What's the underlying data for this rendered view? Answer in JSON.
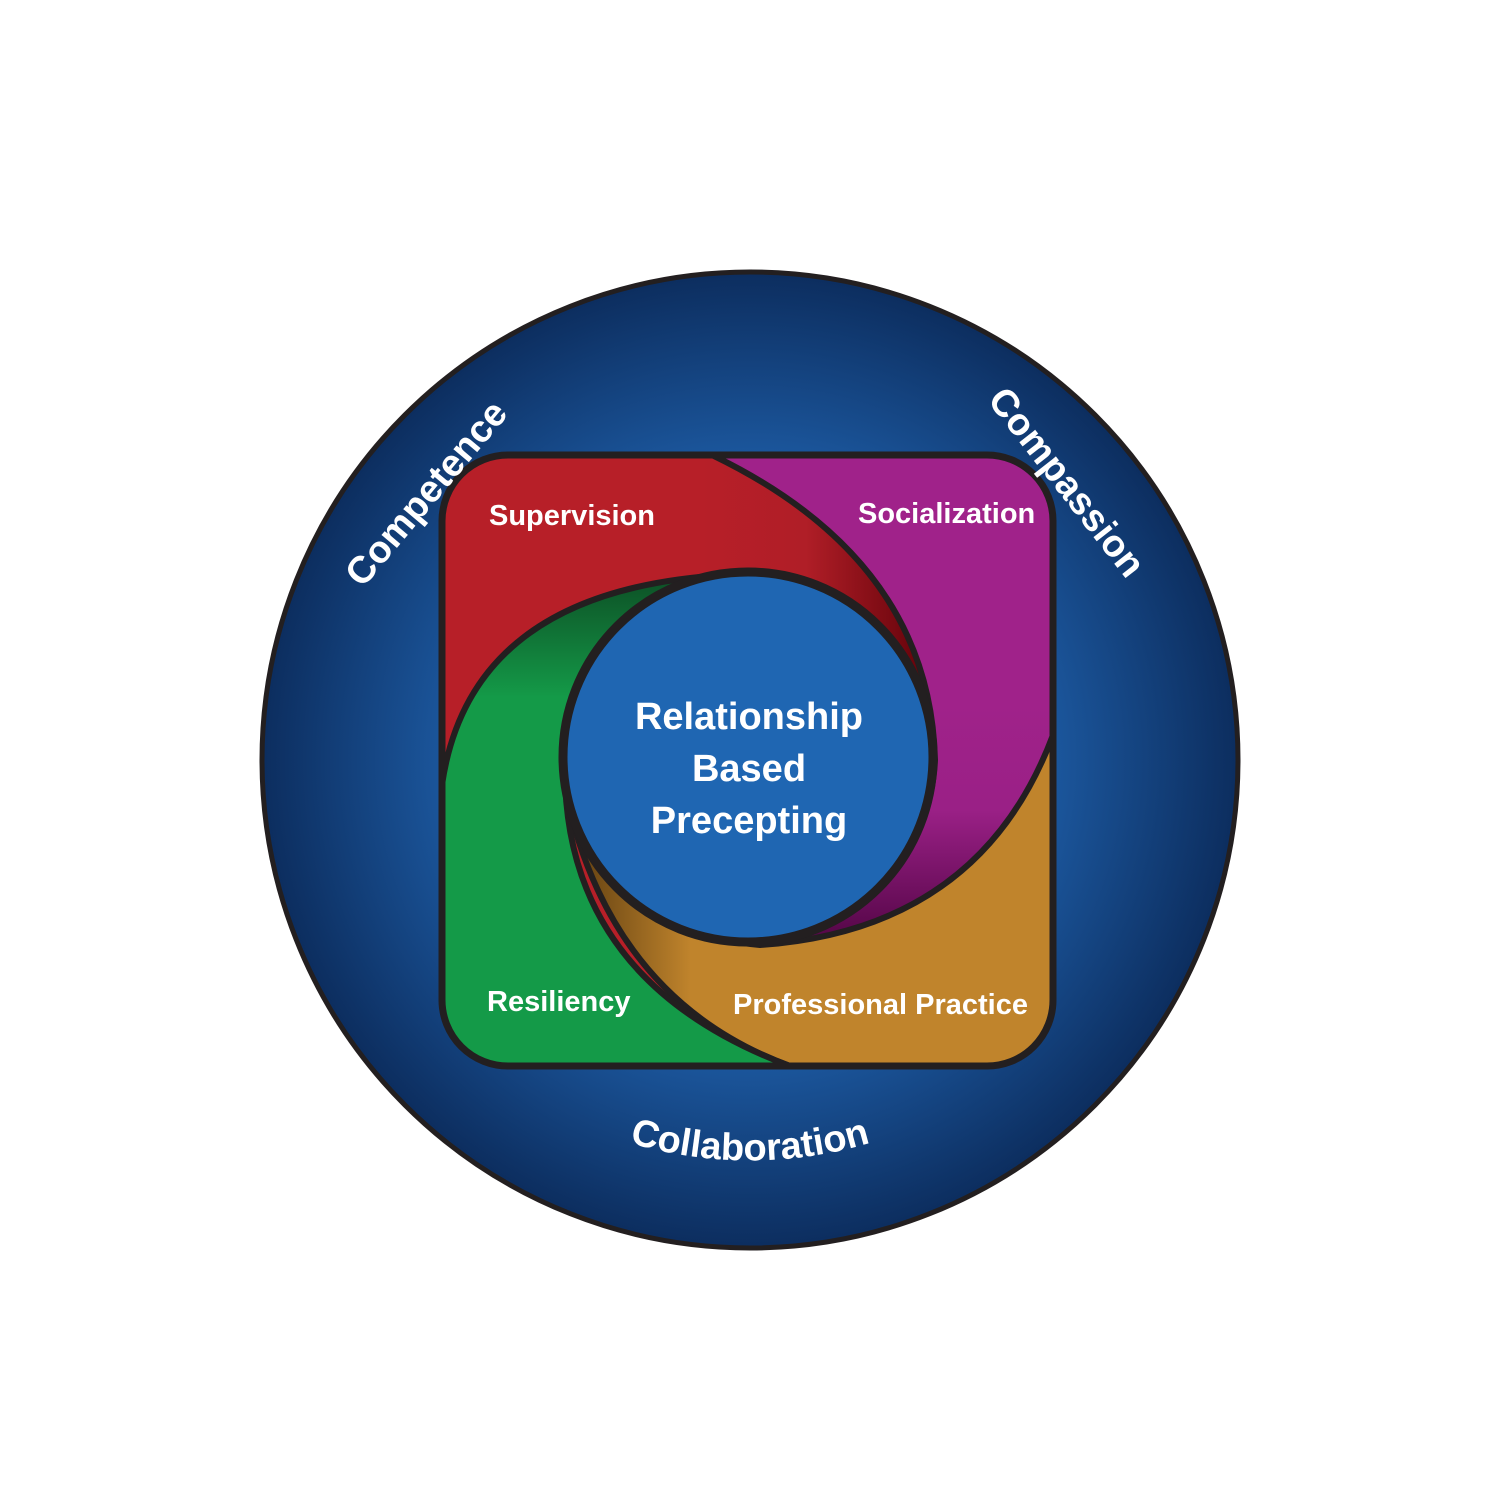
{
  "center": {
    "lines": [
      "Relationship",
      "Based",
      "Precepting"
    ]
  },
  "quadrants": [
    {
      "id": "supervision",
      "label": "Supervision"
    },
    {
      "id": "socialization",
      "label": "Socialization"
    },
    {
      "id": "resiliency",
      "label": "Resiliency"
    },
    {
      "id": "professional-practice",
      "label": "Professional Practice"
    }
  ],
  "ring": {
    "top_left": "Competence",
    "top_right": "Compassion",
    "bottom": "Collaboration"
  },
  "colors": {
    "ring_outer": "#0c2d5e",
    "ring_inner": "#2265b3",
    "core": "#1f66b2",
    "supervision": "#b71f28",
    "socialization": "#a0228a",
    "resiliency": "#149a48",
    "professional_practice": "#c0842c",
    "outline": "#231f20"
  }
}
